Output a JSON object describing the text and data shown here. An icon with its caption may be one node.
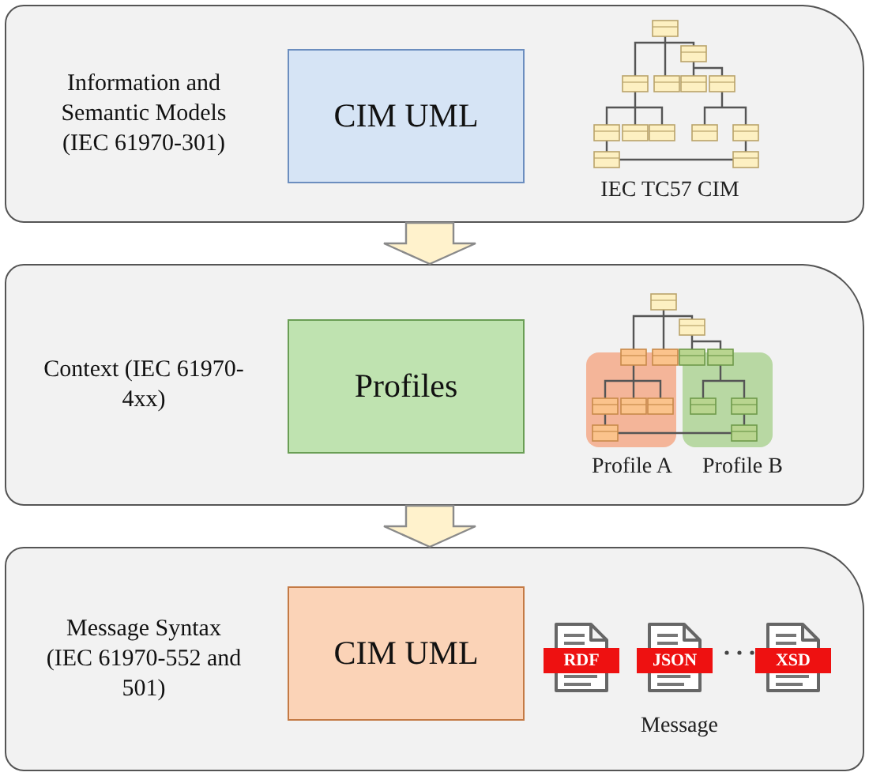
{
  "diagram": {
    "nodes": [
      {
        "text": [
          "Information and Semantic Models (IEC 61970-301)"
        ]
      },
      {
        "text": [
          "CIM UML"
        ],
        "in": 0
      },
      {
        "text": [
          "Context (IEC 61970-4xx)"
        ]
      },
      {
        "text": [
          "Profiles"
        ],
        "in": 2
      },
      {
        "text": [
          "Message Syntax (IEC 61970-552 and 501)"
        ]
      },
      {
        "text": [
          "CIM UML"
        ],
        "in": 4
      }
    ],
    "edges": [
      {
        "from": 0,
        "to": 2,
        "arrow": "to"
      },
      {
        "from": 2,
        "to": 4,
        "arrow": "to"
      }
    ],
    "labels": [
      "IEC TC57 CIM",
      "Profile A",
      "Profile B",
      "RDF",
      "JSON",
      "XSD",
      "Message"
    ]
  }
}
